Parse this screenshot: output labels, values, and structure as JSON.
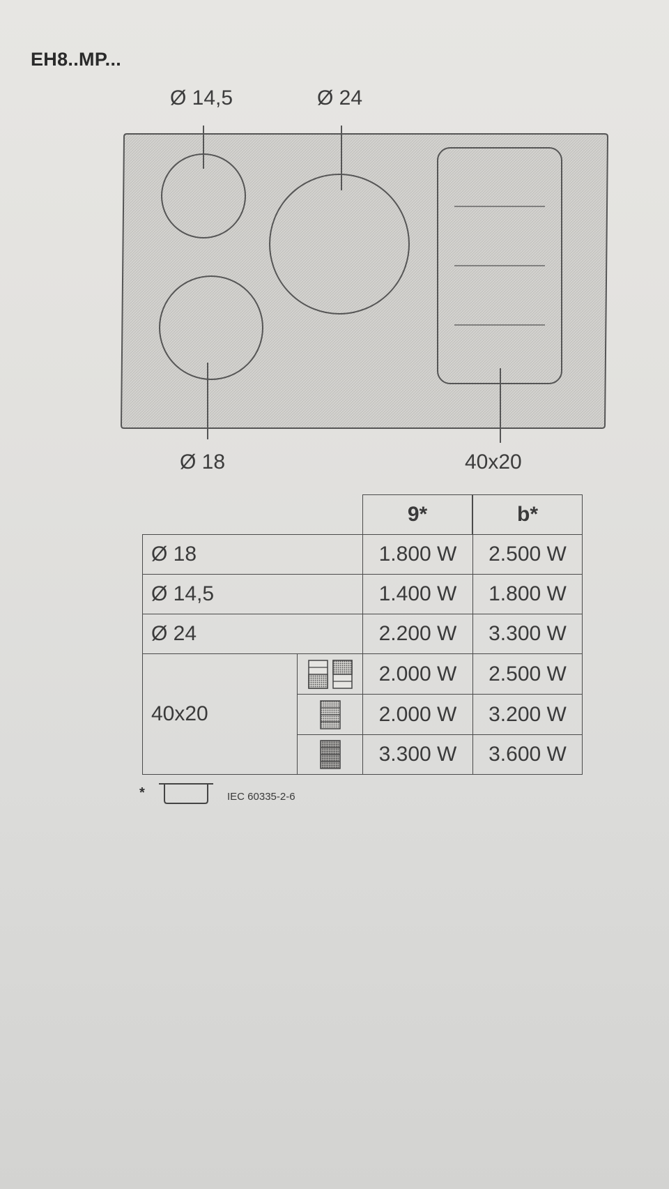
{
  "model": "EH8..MP...",
  "zones": {
    "small": "Ø 14,5",
    "large": "Ø 24",
    "medium": "Ø 18",
    "flex": "40x20"
  },
  "table": {
    "header": [
      "9*",
      "b*"
    ],
    "rows": [
      {
        "zone": "Ø 18",
        "icon": null,
        "values": [
          "1.800 W",
          "2.500 W"
        ]
      },
      {
        "zone": "Ø 14,5",
        "icon": null,
        "values": [
          "1.400 W",
          "1.800 W"
        ]
      },
      {
        "zone": "Ø 24",
        "icon": null,
        "values": [
          "2.200 W",
          "3.300 W"
        ]
      },
      {
        "zone": "40x20",
        "icon": "two-halves-icon",
        "values": [
          "2.000 W",
          "2.500 W"
        ]
      },
      {
        "zone": "40x20",
        "icon": "full-zone-icon",
        "values": [
          "2.000 W",
          "3.200 W"
        ]
      },
      {
        "zone": "40x20",
        "icon": "full-zone-boost-icon",
        "values": [
          "3.300 W",
          "3.600 W"
        ]
      }
    ]
  },
  "footnote": {
    "star": "*",
    "icon": "pan-icon",
    "standard": "IEC 60335-2-6"
  }
}
